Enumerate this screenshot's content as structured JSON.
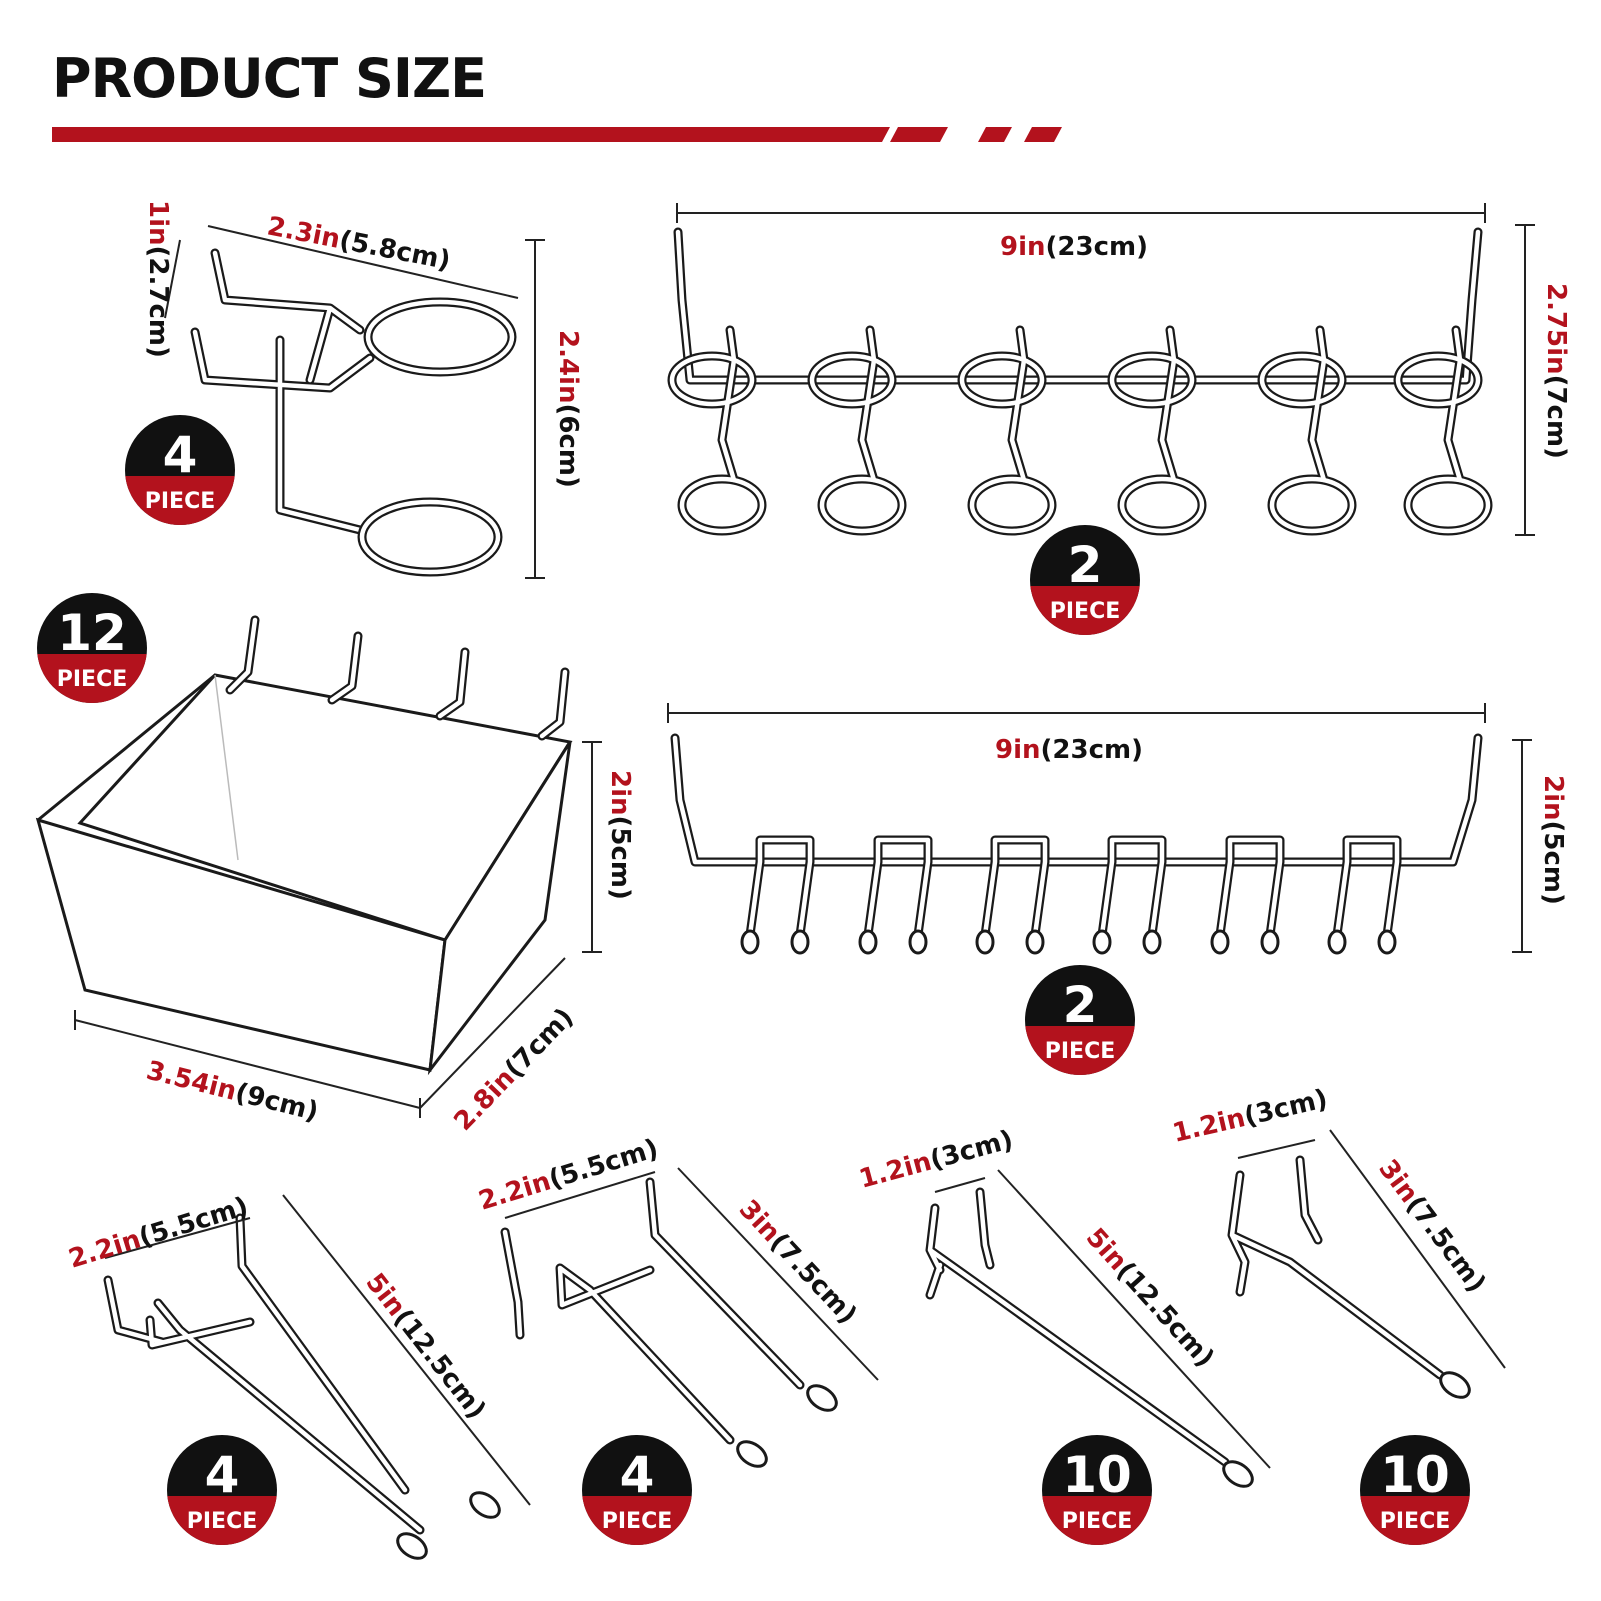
{
  "title": "PRODUCT SIZE",
  "colors": {
    "accent": "#b3121d",
    "dark": "#111111"
  },
  "badge_label": "PIECE",
  "products": [
    {
      "id": "holder",
      "count": "4",
      "dims": [
        {
          "a": "2.3in",
          "b": "(5.8cm)"
        },
        {
          "a": "1in",
          "b": "(2.7cm)"
        },
        {
          "a": "2.4in",
          "b": "(6cm)"
        }
      ]
    },
    {
      "id": "ring-rack",
      "count": "2",
      "dims": [
        {
          "a": "9in",
          "b": "(23cm)"
        },
        {
          "a": "2.75in",
          "b": "(7cm)"
        }
      ]
    },
    {
      "id": "bin",
      "count": "12",
      "dims": [
        {
          "a": "2in",
          "b": "(5cm)"
        },
        {
          "a": "3.54in",
          "b": "(9cm)"
        },
        {
          "a": "2.8in",
          "b": "(7cm)"
        }
      ]
    },
    {
      "id": "hook-rack",
      "count": "2",
      "dims": [
        {
          "a": "9in",
          "b": "(23cm)"
        },
        {
          "a": "2in",
          "b": "(5cm)"
        }
      ]
    },
    {
      "id": "hook-a",
      "count": "4",
      "dims": [
        {
          "a": "2.2in",
          "b": "(5.5cm)"
        },
        {
          "a": "5in",
          "b": "(12.5cm)"
        }
      ]
    },
    {
      "id": "hook-b",
      "count": "4",
      "dims": [
        {
          "a": "2.2in",
          "b": "(5.5cm)"
        },
        {
          "a": "3in",
          "b": "(7.5cm)"
        }
      ]
    },
    {
      "id": "hook-c",
      "count": "10",
      "dims": [
        {
          "a": "1.2in",
          "b": "(3cm)"
        },
        {
          "a": "5in",
          "b": "(12.5cm)"
        }
      ]
    },
    {
      "id": "hook-d",
      "count": "10",
      "dims": [
        {
          "a": "1.2in",
          "b": "(3cm)"
        },
        {
          "a": "3in",
          "b": "(7.5cm)"
        }
      ]
    }
  ]
}
